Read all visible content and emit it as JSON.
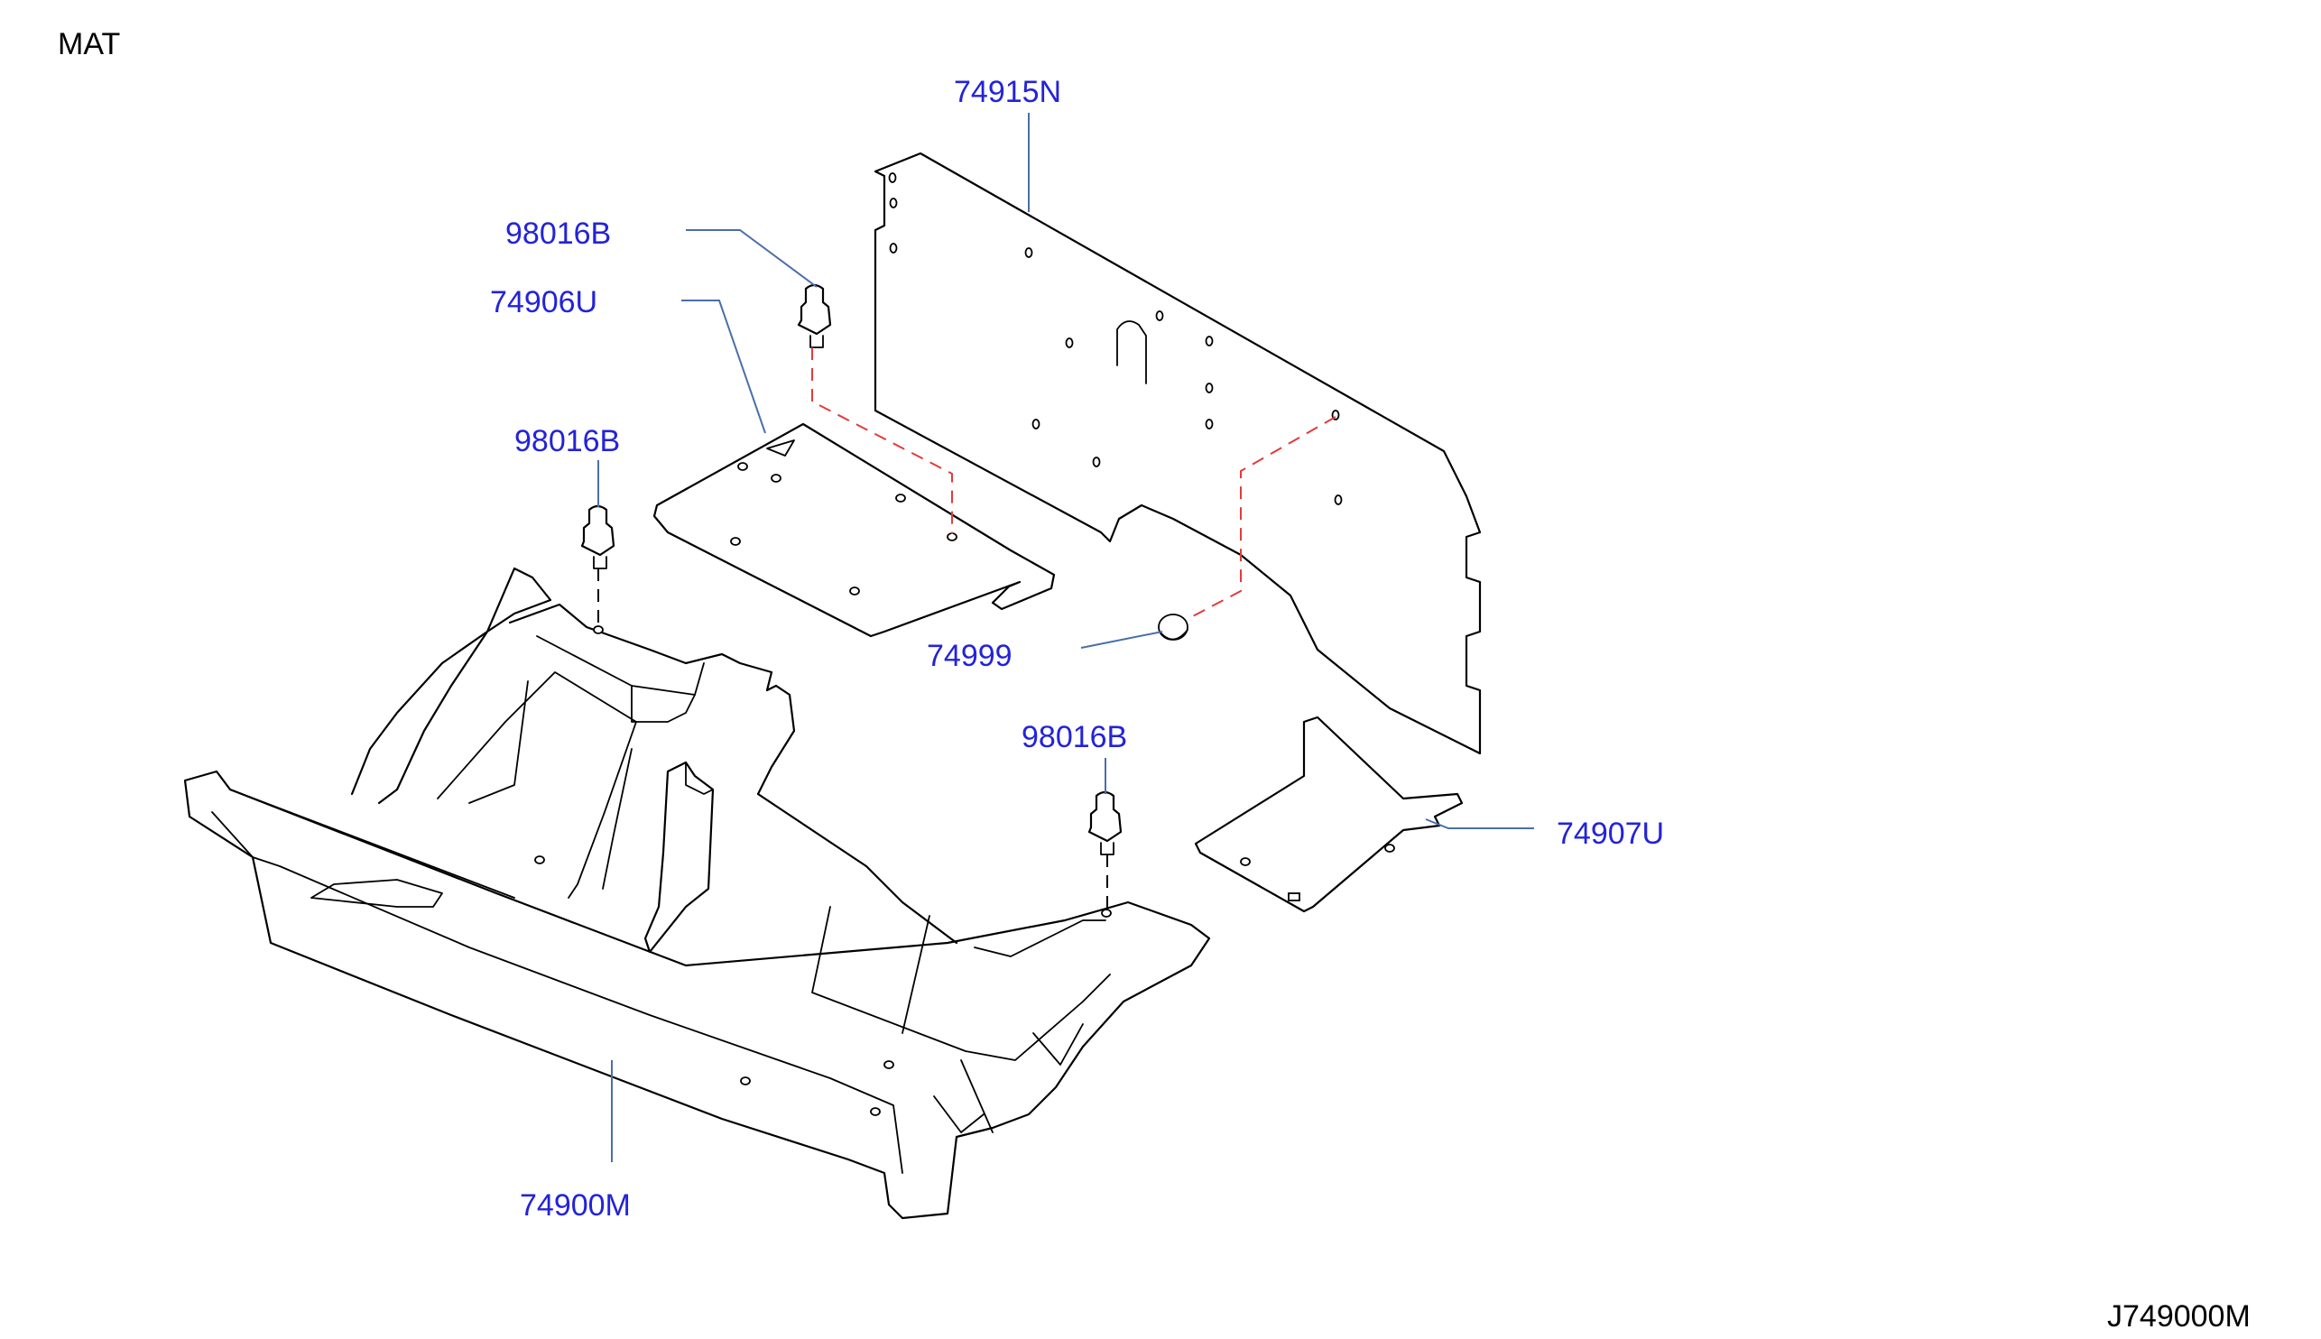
{
  "diagram": {
    "title": "MAT",
    "code": "J749000M"
  },
  "parts": {
    "rear_panel": "74915N",
    "clip_upper": "98016B",
    "board": "74906U",
    "clip_left": "98016B",
    "plug": "74999",
    "clip_right": "98016B",
    "side_mat": "74907U",
    "floor_mat": "74900M"
  }
}
